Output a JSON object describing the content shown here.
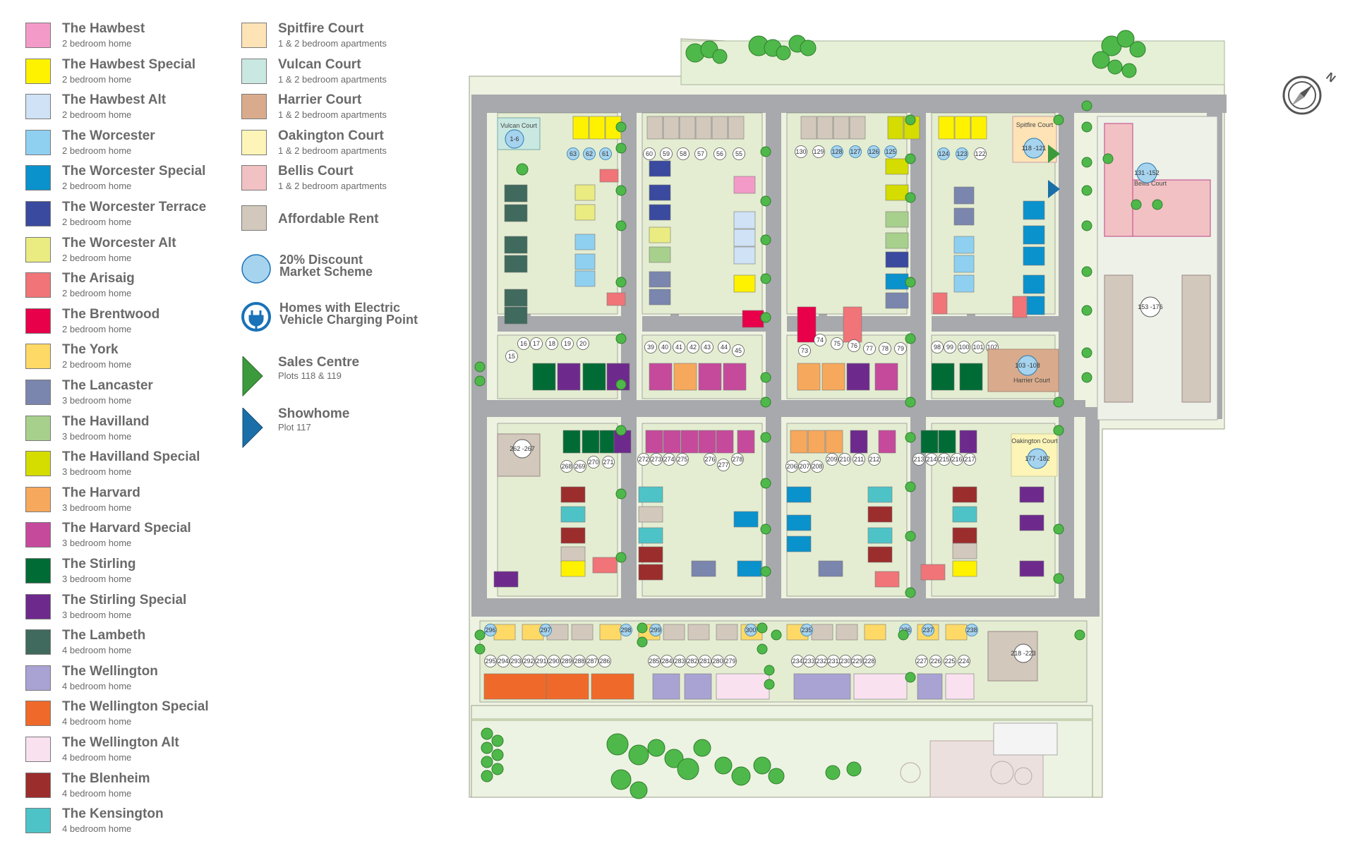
{
  "legend_left": [
    {
      "name": "The Hawbest",
      "sub": "2 bedroom home",
      "color": "#f49ac9"
    },
    {
      "name": "The Hawbest Special",
      "sub": "2 bedroom home",
      "color": "#fff200"
    },
    {
      "name": "The Hawbest Alt",
      "sub": "2 bedroom home",
      "color": "#cfe2f6"
    },
    {
      "name": "The Worcester",
      "sub": "2 bedroom home",
      "color": "#8fd0f1"
    },
    {
      "name": "The Worcester Special",
      "sub": "2 bedroom home",
      "color": "#0a92cc"
    },
    {
      "name": "The Worcester Terrace",
      "sub": "2 bedroom home",
      "color": "#3a4a9e"
    },
    {
      "name": "The Worcester Alt",
      "sub": "2 bedroom home",
      "color": "#eaec82"
    },
    {
      "name": "The Arisaig",
      "sub": "2 bedroom home",
      "color": "#f07478"
    },
    {
      "name": "The Brentwood",
      "sub": "2 bedroom home",
      "color": "#e8004a"
    },
    {
      "name": "The York",
      "sub": "2 bedroom home",
      "color": "#ffd966"
    },
    {
      "name": "The Lancaster",
      "sub": "3 bedroom home",
      "color": "#7a86ad"
    },
    {
      "name": "The Havilland",
      "sub": "3 bedroom home",
      "color": "#a8d08d"
    },
    {
      "name": "The Havilland Special",
      "sub": "3 bedroom home",
      "color": "#d5dc00"
    },
    {
      "name": "The Harvard",
      "sub": "3 bedroom home",
      "color": "#f6a85c"
    },
    {
      "name": "The Harvard Special",
      "sub": "3 bedroom home",
      "color": "#c64a9c"
    },
    {
      "name": "The Stirling",
      "sub": "3 bedroom home",
      "color": "#006b35"
    },
    {
      "name": "The Stirling Special",
      "sub": "3 bedroom home",
      "color": "#6d2a8c"
    },
    {
      "name": "The Lambeth",
      "sub": "4 bedroom home",
      "color": "#3f6a5d"
    },
    {
      "name": "The Wellington",
      "sub": "4 bedroom home",
      "color": "#a9a3d4"
    },
    {
      "name": "The Wellington Special",
      "sub": "4 bedroom home",
      "color": "#ef6a2a"
    },
    {
      "name": "The Wellington Alt",
      "sub": "4 bedroom home",
      "color": "#f9e1f0"
    },
    {
      "name": "The Blenheim",
      "sub": "4 bedroom home",
      "color": "#9c2d2d"
    },
    {
      "name": "The Kensington",
      "sub": "4 bedroom home",
      "color": "#4ec3c7"
    }
  ],
  "legend_right": [
    {
      "name": "Spitfire Court",
      "sub": "1 & 2 bedroom apartments",
      "color": "#fde3b5"
    },
    {
      "name": "Vulcan Court",
      "sub": "1 & 2 bedroom apartments",
      "color": "#c9e8e1"
    },
    {
      "name": "Harrier Court",
      "sub": "1 & 2 bedroom apartments",
      "color": "#d9ab8c"
    },
    {
      "name": "Oakington Court",
      "sub": "1 & 2 bedroom apartments",
      "color": "#fdf5b8"
    },
    {
      "name": "Bellis Court",
      "sub": "1 & 2 bedroom apartments",
      "color": "#f2c1c3"
    },
    {
      "name": "Affordable Rent",
      "color": "#d2c8bc"
    }
  ],
  "legend_symbols": {
    "discount": {
      "line1": "20% Discount",
      "line2": "Market Scheme",
      "color": "#a6d3ee"
    },
    "ev": {
      "line1": "Homes with Electric",
      "line2": "Vehicle Charging Point",
      "color": "#1a72b8"
    },
    "sales": {
      "name": "Sales Centre",
      "sub": "Plots 118 & 119",
      "color": "#3c9a3c"
    },
    "showhome": {
      "name": "Showhome",
      "sub": "Plot 117",
      "color": "#1a6fa8"
    }
  },
  "map": {
    "courts": {
      "vulcan": "Vulcan Court",
      "vulcan_plots": "1-6",
      "spitfire": "Spitfire Court",
      "spitfire_plots": "118 -121",
      "bellis": "Bellis Court",
      "bellis_plots": "131 -152",
      "bellis_plots2": "153 -176",
      "harrier": "Harrier Court",
      "harrier_plots": "103 -108",
      "oakington": "Oakington Court",
      "oakington_plots": "177 -182",
      "block262": "262 -267",
      "block218": "218 -223"
    },
    "plots_row_top": [
      "63",
      "62",
      "61",
      "60",
      "59",
      "58",
      "57",
      "56",
      "55",
      "130",
      "129",
      "128",
      "127",
      "126",
      "125",
      "124",
      "123",
      "122"
    ],
    "plots_row_mid": [
      "15",
      "16",
      "17",
      "18",
      "19",
      "20",
      "39",
      "40",
      "41",
      "42",
      "43",
      "44",
      "45",
      "73",
      "74",
      "75",
      "76",
      "77",
      "78",
      "79",
      "98",
      "99",
      "100",
      "101",
      "102"
    ],
    "plots_row_c": [
      "268",
      "269",
      "270",
      "271",
      "272",
      "273",
      "274",
      "275",
      "276",
      "277",
      "278",
      "206",
      "207",
      "208",
      "209",
      "210",
      "211",
      "212",
      "213",
      "214",
      "215",
      "216",
      "217"
    ],
    "plots_row_bottom": [
      "295",
      "294",
      "293",
      "292",
      "291",
      "290",
      "289",
      "288",
      "287",
      "286",
      "285",
      "284",
      "283",
      "282",
      "281",
      "280",
      "279",
      "234",
      "233",
      "232",
      "231",
      "230",
      "229",
      "228",
      "227",
      "226",
      "225",
      "224"
    ],
    "plots_row_top2": [
      "296",
      "297",
      "298",
      "299",
      "300",
      "235",
      "236",
      "237",
      "238"
    ]
  }
}
